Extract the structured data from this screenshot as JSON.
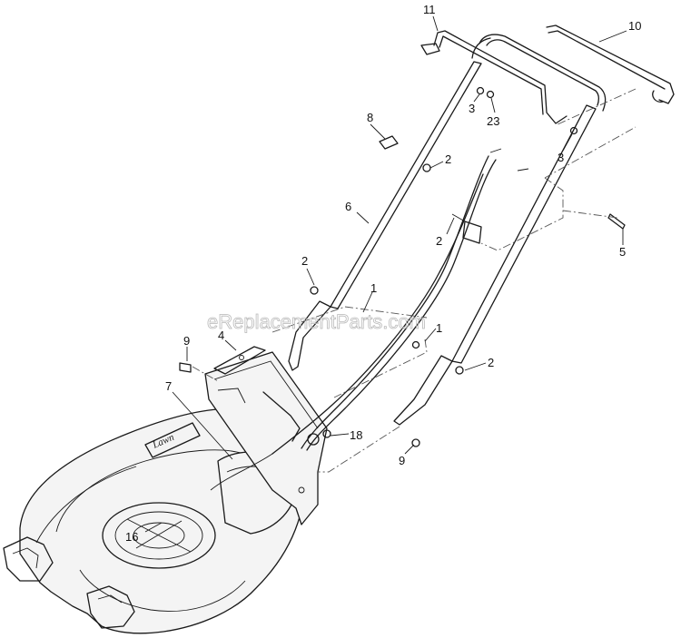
{
  "watermark": "eReplacementParts.com",
  "callouts": [
    {
      "id": "c11a",
      "label": "11"
    },
    {
      "id": "c10",
      "label": "10"
    },
    {
      "id": "c3a",
      "label": "3"
    },
    {
      "id": "c23",
      "label": "23"
    },
    {
      "id": "c8",
      "label": "8"
    },
    {
      "id": "c2a",
      "label": "2"
    },
    {
      "id": "c3b",
      "label": "3"
    },
    {
      "id": "c6",
      "label": "6"
    },
    {
      "id": "c2b",
      "label": "2"
    },
    {
      "id": "c5",
      "label": "5"
    },
    {
      "id": "c2c",
      "label": "2"
    },
    {
      "id": "c1a",
      "label": "1"
    },
    {
      "id": "c1b",
      "label": "1"
    },
    {
      "id": "c9a",
      "label": "9"
    },
    {
      "id": "c4",
      "label": "4"
    },
    {
      "id": "c7",
      "label": "7"
    },
    {
      "id": "c2d",
      "label": "2"
    },
    {
      "id": "c18",
      "label": "18"
    },
    {
      "id": "c9b",
      "label": "9"
    },
    {
      "id": "c16",
      "label": "16"
    }
  ]
}
